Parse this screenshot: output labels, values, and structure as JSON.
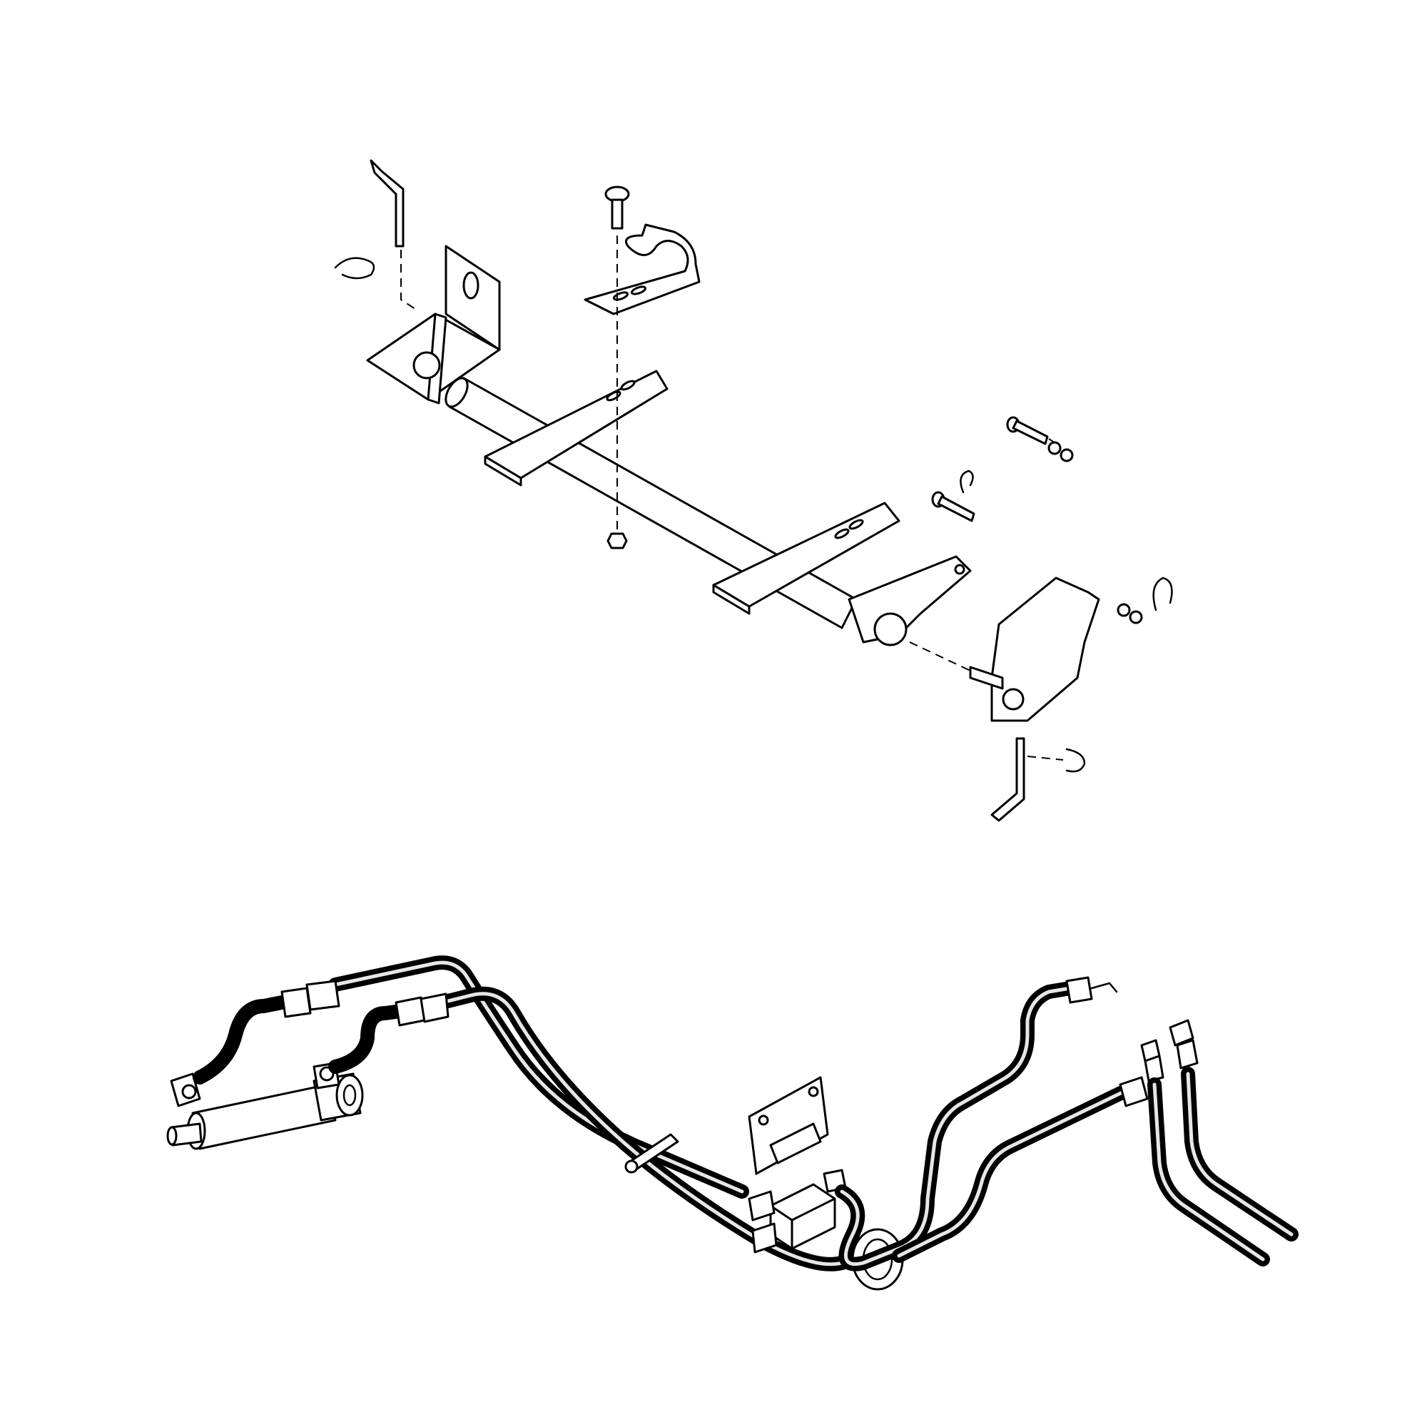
{
  "colors": {
    "line": "#000000",
    "background": "#ffffff"
  },
  "assemblies": [
    {
      "id": "upper",
      "name": "mounting-bracket-assembly"
    },
    {
      "id": "lower",
      "name": "hydraulic-hose-assembly"
    }
  ]
}
